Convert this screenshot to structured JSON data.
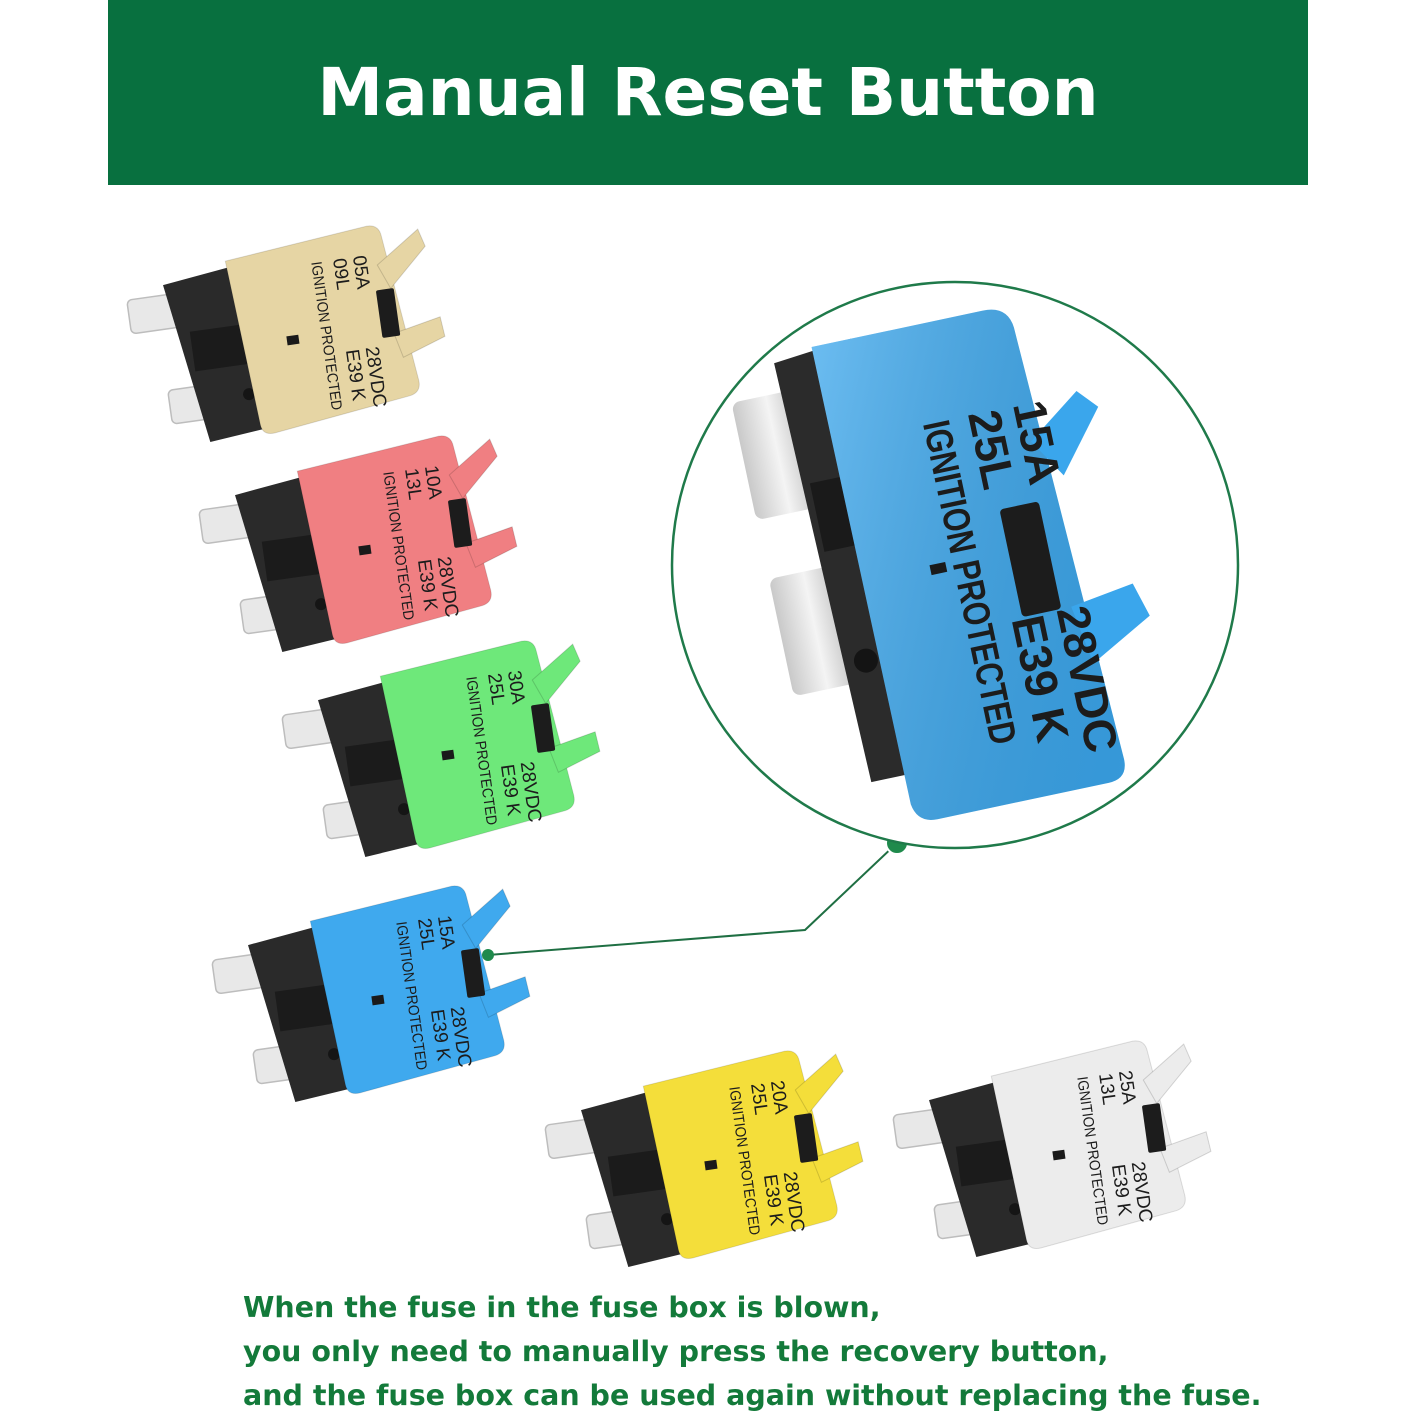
{
  "banner": {
    "title": "Manual Reset Button",
    "background_color": "#08703f",
    "text_color": "#ffffff"
  },
  "fuses": [
    {
      "id": "tan",
      "amp": "05A",
      "code": "09L",
      "rating": "28VDC",
      "mark": "E39 K",
      "label": "IGNITION PROTECTED",
      "color": "#e6d5a4"
    },
    {
      "id": "red",
      "amp": "10A",
      "code": "13L",
      "rating": "28VDC",
      "mark": "E39 K",
      "label": "IGNITION PROTECTED",
      "color": "#f07f82"
    },
    {
      "id": "green",
      "amp": "30A",
      "code": "25L",
      "rating": "28VDC",
      "mark": "E39 K",
      "label": "IGNITION PROTECTED",
      "color": "#6ee87a"
    },
    {
      "id": "blue",
      "amp": "15A",
      "code": "25L",
      "rating": "28VDC",
      "mark": "E39 K",
      "label": "IGNITION PROTECTED",
      "color": "#3fa9ee"
    },
    {
      "id": "yellow",
      "amp": "20A",
      "code": "25L",
      "rating": "28VDC",
      "mark": "E39 K",
      "label": "IGNITION PROTECTED",
      "color": "#f4de3a"
    },
    {
      "id": "white",
      "amp": "25A",
      "code": "13L",
      "rating": "28VDC",
      "mark": "E39 K",
      "label": "IGNITION PROTECTED",
      "color": "#ececec"
    }
  ],
  "zoom": {
    "amp": "15A",
    "code": "25L",
    "rating": "28VDC",
    "mark": "E39 K",
    "label": "IGNITION PROTECTED",
    "color": "#3aa6ec",
    "ring_color": "#1f7a4a"
  },
  "caption": {
    "line1": "When the fuse in the fuse box is blown,",
    "line2": "you only need to manually press the recovery button,",
    "line3": "and the fuse box can be used again without replacing the fuse.",
    "color": "#137a3a"
  }
}
